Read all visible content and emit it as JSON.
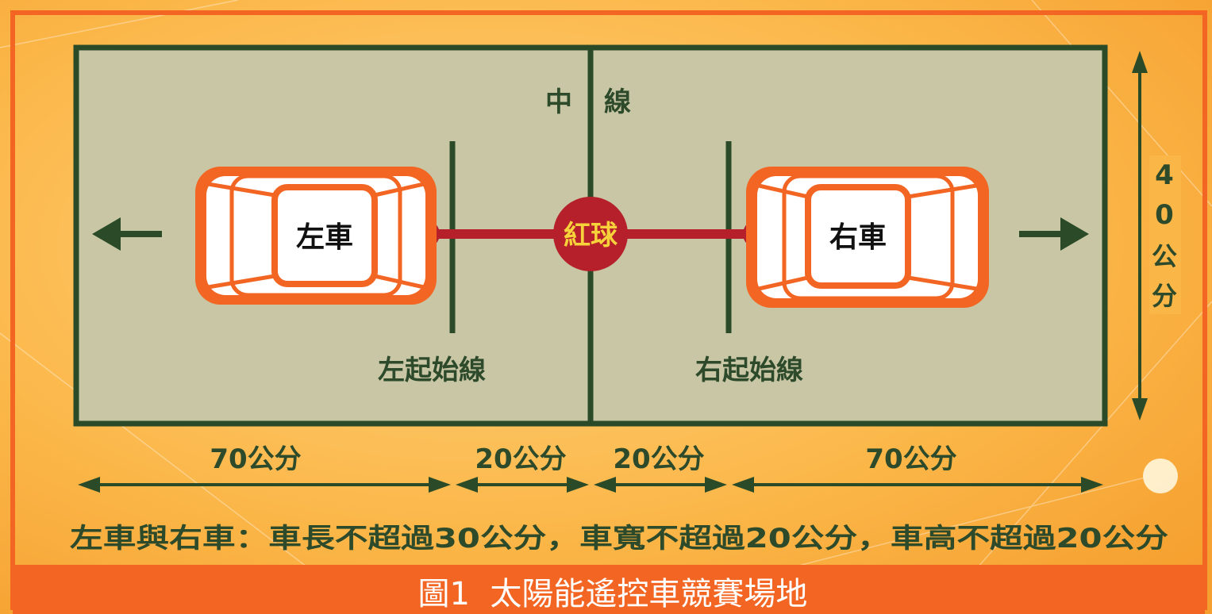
{
  "diagram": {
    "center_line_label_1": "中",
    "center_line_label_2": "線",
    "left_car": "左車",
    "right_car": "右車",
    "ball": "紅球",
    "left_start_line": "左起始線",
    "right_start_line": "右起始線",
    "height_digit_1": "4",
    "height_digit_2": "0",
    "height_unit_1": "公",
    "height_unit_2": "分",
    "dims": [
      "70公分",
      "20公分",
      "20公分",
      "70公分"
    ],
    "constraint": "左車與右車：車長不超過30公分，車寬不超過20公分，車高不超過20公分",
    "caption": "圖1  太陽能遙控車競賽場地"
  },
  "colors": {
    "field": "#c8c6a5",
    "field_border": "#2b4b28",
    "car_orange": "#f26522",
    "ball_red": "#b5202a",
    "caption_band": "#f26522",
    "background": "#f7a93a"
  }
}
